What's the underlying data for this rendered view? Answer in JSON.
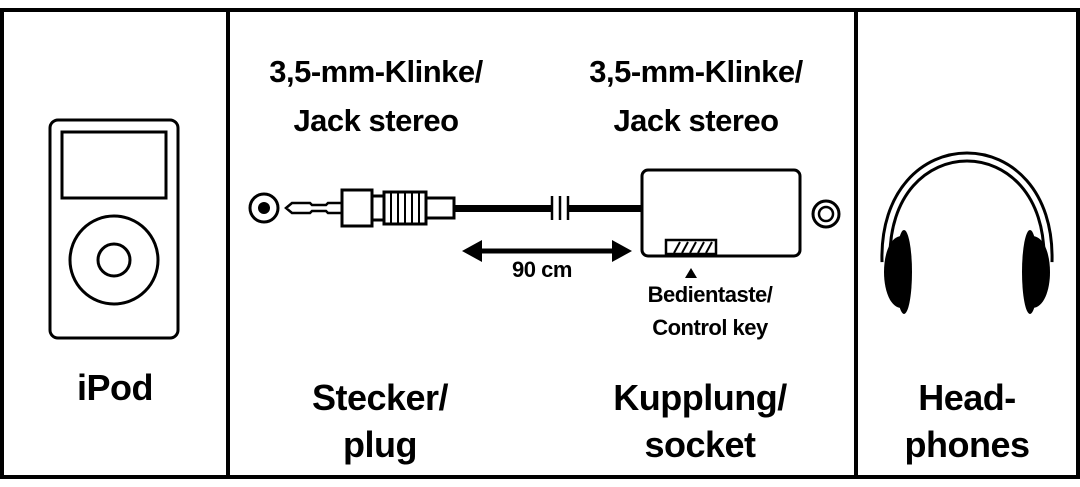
{
  "left_panel": {
    "device_icon": "ipod-icon",
    "label": "iPod"
  },
  "middle_panel": {
    "plug_header_line1": "3,5-mm-Klinke/",
    "plug_header_line2": "Jack stereo",
    "socket_header_line1": "3,5-mm-Klinke/",
    "socket_header_line2": "Jack stereo",
    "length_label": "90 cm",
    "control_key_line1": "Bedientaste/",
    "control_key_line2": "Control key",
    "plug_label_line1": "Stecker/",
    "plug_label_line2": "plug",
    "socket_label_line1": "Kupplung/",
    "socket_label_line2": "socket"
  },
  "right_panel": {
    "device_icon": "headphones-icon",
    "label_line1": "Head-",
    "label_line2": "phones"
  }
}
